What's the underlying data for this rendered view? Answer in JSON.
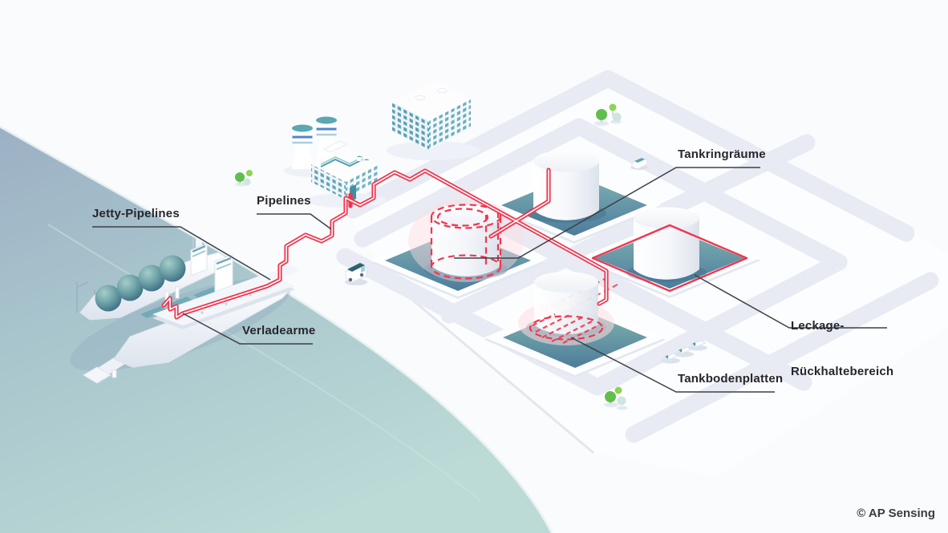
{
  "labels": {
    "jetty_pipelines": {
      "text": "Jetty-Pipelines"
    },
    "pipelines": {
      "text": "Pipelines"
    },
    "verladearme": {
      "text": "Verladearme"
    },
    "tankringraeume": {
      "text": "Tankringräume"
    },
    "leckage_rueckhaltebereich": {
      "line1": "Leckage-",
      "line2": "Rückhaltebereich"
    },
    "tankbodenplatten": {
      "text": "Tankbodenplatten"
    }
  },
  "copyright": {
    "text": "© AP Sensing"
  },
  "colors": {
    "pipeline_red": "#f0364e",
    "basin_teal_top": "#7fb2b2",
    "basin_slate_bottom": "#4d7c9c",
    "water_blue": "#9cb0c4",
    "water_teal": "#bcdad6",
    "window_teal": "#4f9dae",
    "tree_green": "#5fbf4d",
    "road_gray": "#e8ebf3",
    "label_ink": "#26262c"
  },
  "components": [
    "lng-carrier-ship",
    "tanker-ship",
    "jetty-with-loading-arms",
    "pier",
    "mast",
    "factory",
    "cooling-towers",
    "office-building",
    "storage-tank",
    "containment-basin",
    "pipeline",
    "service-van",
    "car",
    "instrument-cabinets",
    "trees"
  ]
}
